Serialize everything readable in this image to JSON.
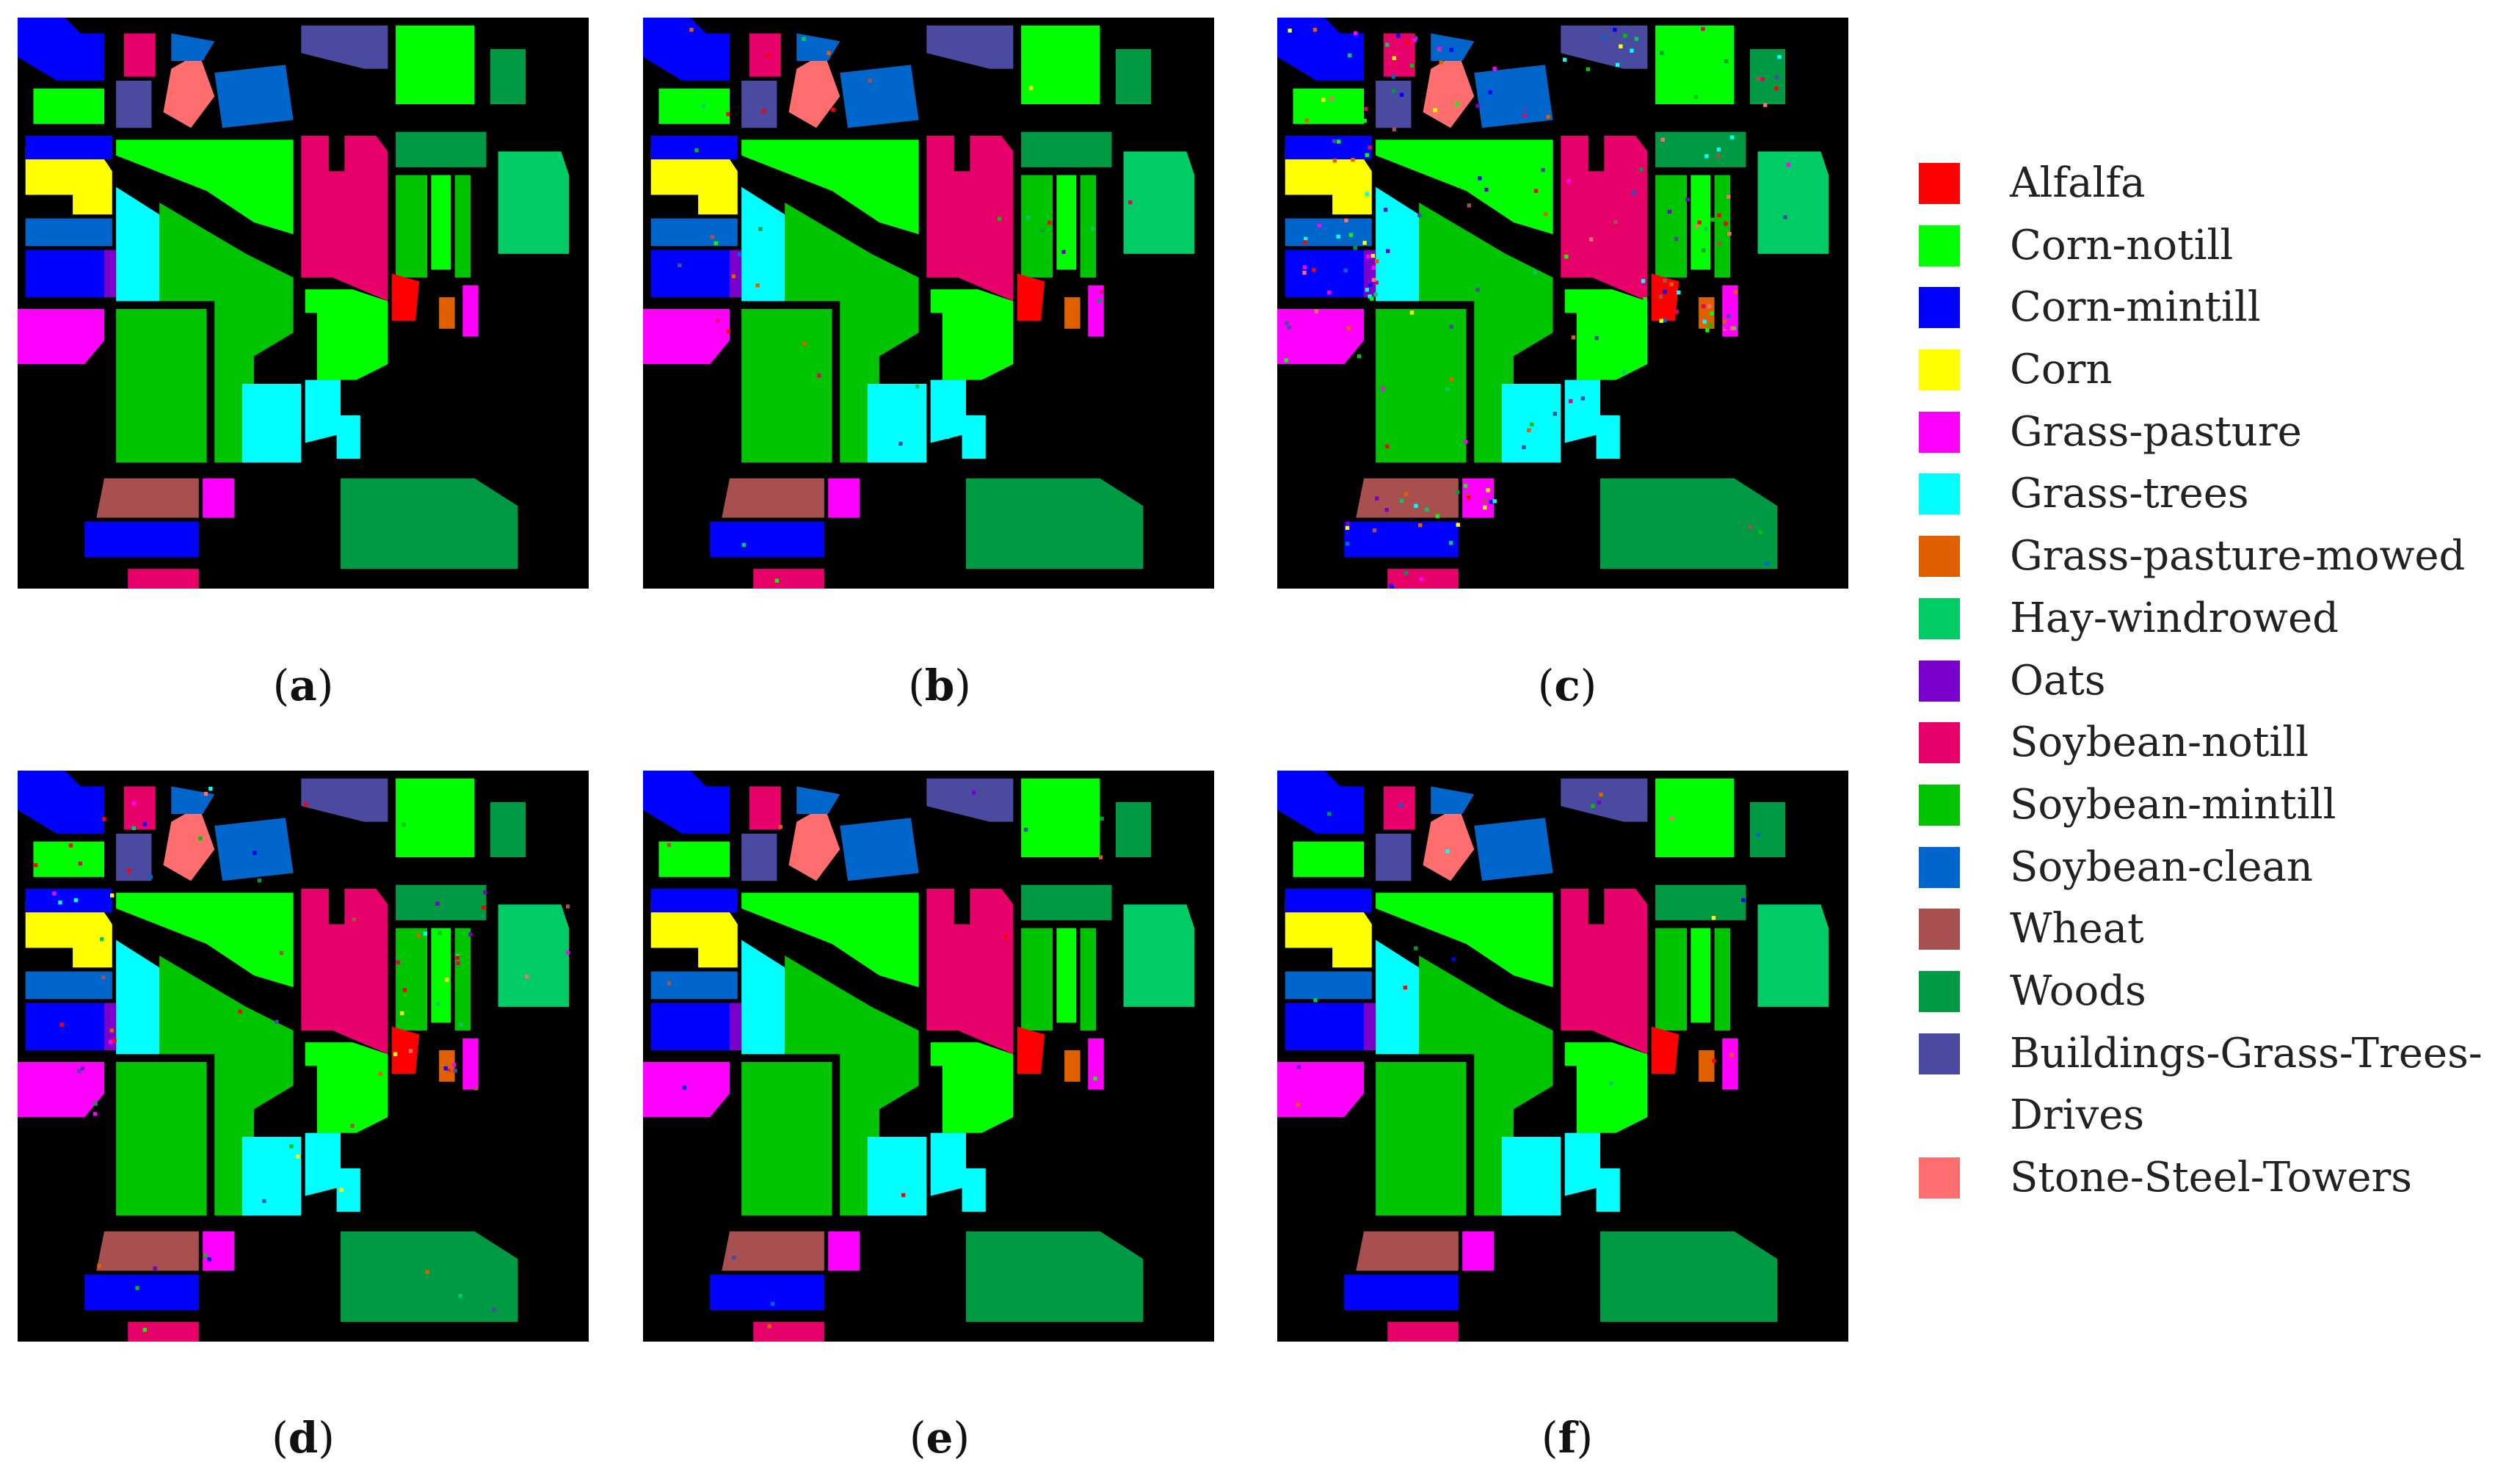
{
  "panels": [
    {
      "id": "a",
      "caption_letter": "a"
    },
    {
      "id": "b",
      "caption_letter": "b"
    },
    {
      "id": "c",
      "caption_letter": "c"
    },
    {
      "id": "d",
      "caption_letter": "d"
    },
    {
      "id": "e",
      "caption_letter": "e"
    },
    {
      "id": "f",
      "caption_letter": "f"
    }
  ],
  "legend": [
    {
      "label": "Alfalfa",
      "color": "#ff0000"
    },
    {
      "label": "Corn-notill",
      "color": "#00ff00"
    },
    {
      "label": "Corn-mintill",
      "color": "#0000ff"
    },
    {
      "label": "Corn",
      "color": "#ffff00"
    },
    {
      "label": "Grass-pasture",
      "color": "#ff00ff"
    },
    {
      "label": "Grass-trees",
      "color": "#00ffff"
    },
    {
      "label": "Grass-pasture-mowed",
      "color": "#e06000"
    },
    {
      "label": "Hay-windrowed",
      "color": "#00cc66"
    },
    {
      "label": "Oats",
      "color": "#7a00cc"
    },
    {
      "label": "Soybean-notill",
      "color": "#e8006a"
    },
    {
      "label": "Soybean-mintill",
      "color": "#00c400"
    },
    {
      "label": "Soybean-clean",
      "color": "#0066cc"
    },
    {
      "label": "Wheat",
      "color": "#a85050"
    },
    {
      "label": "Woods",
      "color": "#009a44"
    },
    {
      "label": "Buildings-Grass-Trees-Drives",
      "color": "#4a4aa0"
    },
    {
      "label": "Stone-Steel-Towers",
      "color": "#ff6e6e"
    }
  ]
}
